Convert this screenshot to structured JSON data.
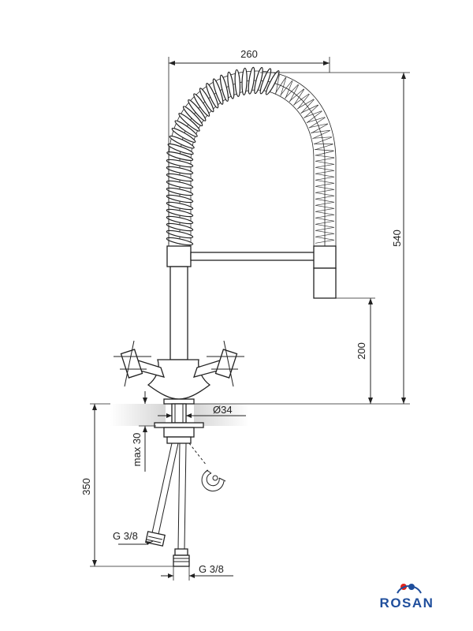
{
  "dimensions": {
    "spout_reach": "260",
    "total_height": "540",
    "spout_height": "200",
    "hole_diameter": "Ø34",
    "max_countertop": "max 30",
    "hose_length": "350",
    "thread_side": "G 3/8",
    "thread_bottom": "G 3/8"
  },
  "brand": {
    "name": "ROSAN",
    "color": "#1f4e9c",
    "accent_red": "#e2231a",
    "accent_blue": "#1f4e9c"
  }
}
